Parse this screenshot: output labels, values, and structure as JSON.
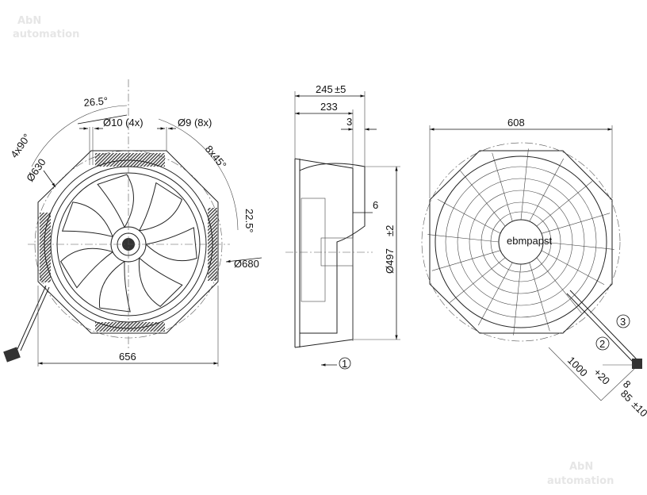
{
  "watermark": {
    "brand": "AbN",
    "sub": "automation"
  },
  "front_view": {
    "angle_26": "26.5°",
    "hole_10": "Ø10 (4x)",
    "hole_9": "Ø9 (8x)",
    "angle_4x90": "4x90°",
    "angle_8x45": "8x45°",
    "dia_630": "Ø630",
    "angle_22": "22.5°",
    "dia_680": "Ø680",
    "width_656": "656"
  },
  "side_view": {
    "depth_245": "245",
    "depth_245_tol": "±5",
    "depth_233": "233",
    "dim_3": "3",
    "dim_6": "6",
    "dia_497": "Ø497",
    "dia_497_tol": "±2",
    "airflow_marker": "1"
  },
  "rear_view": {
    "width_608": "608",
    "logo": "ebmpapst",
    "marker_2": "2",
    "marker_3": "3",
    "cable_1000": "1000",
    "cable_1000_tol": "+20",
    "dim_8": "8",
    "dim_85": "85",
    "dim_85_tol": "±10"
  }
}
